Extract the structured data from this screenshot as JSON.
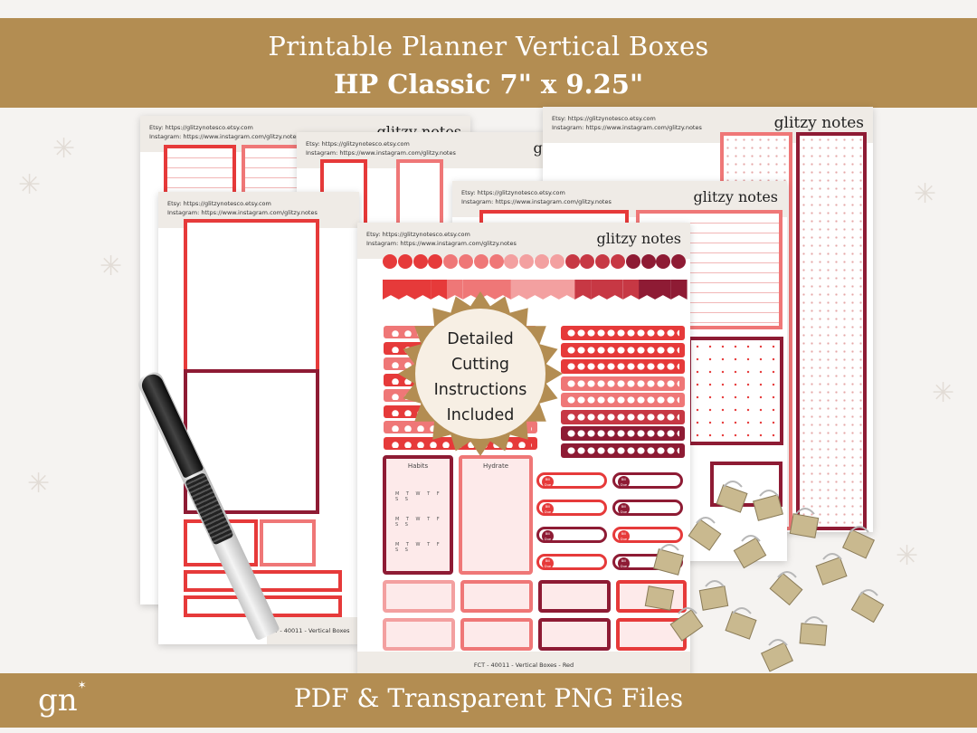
{
  "banner": {
    "title": "Printable Planner Vertical Boxes",
    "subtitle": "HP Classic 7\" x 9.25\"",
    "footer": "PDF & Transparent PNG Files",
    "logo": "gn",
    "bg_color": "#b38d52"
  },
  "sheet": {
    "etsy": "Etsy: https://glitzynotesco.etsy.com",
    "instagram": "Instagram: https://www.instagram.com/glitzy.notes",
    "brand": "glitzy notes",
    "footer_main": "FCT - 40011 - Vertical Boxes - Red",
    "footer_side": "FCT - 40011 - Vertical Boxes"
  },
  "badge": {
    "line1": "Detailed",
    "line2": "Cutting",
    "line3": "Instructions",
    "line4": "Included"
  },
  "stickers": {
    "habits_title": "Habits",
    "hydrate_title": "Hydrate",
    "week_letters": "M T W T F S S",
    "bill_label": "Bill Due",
    "colors": [
      "#e63a3a",
      "#ef7777",
      "#8e1b34",
      "#f3a0a0"
    ]
  },
  "icons": {
    "sparkle": "sparkle-icon"
  }
}
